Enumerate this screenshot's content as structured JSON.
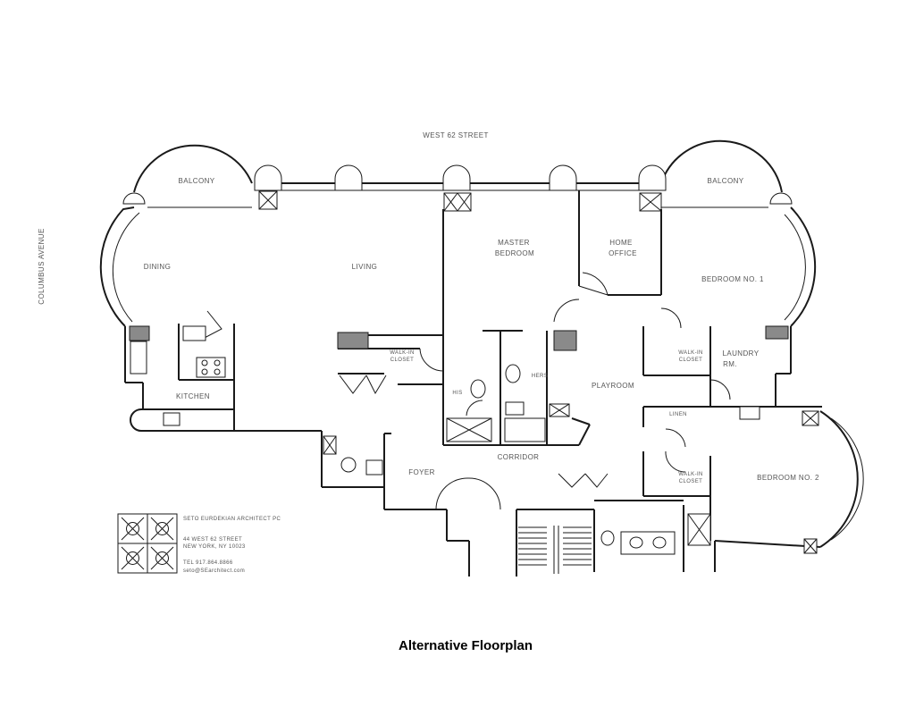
{
  "street_label": "WEST 62 STREET",
  "avenue_label": "COLUMBUS AVENUE",
  "rooms": {
    "balcony_left": "BALCONY",
    "balcony_right": "BALCONY",
    "dining": "DINING",
    "living": "LIVING",
    "master_bedroom_line1": "MASTER",
    "master_bedroom_line2": "BEDROOM",
    "home_office_line1": "HOME",
    "home_office_line2": "OFFICE",
    "bedroom_1": "BEDROOM NO. 1",
    "kitchen": "KITCHEN",
    "walkin_closet_line1": "WALK-IN",
    "walkin_closet_line2": "CLOSET",
    "walkin_closet_b1_line1": "WALK-IN",
    "walkin_closet_b1_line2": "CLOSET",
    "walkin_closet_b2_line1": "WALK-IN",
    "walkin_closet_b2_line2": "CLOSET",
    "laundry_line1": "LAUNDRY",
    "laundry_line2": "RM.",
    "playroom": "PLAYROOM",
    "hers": "HERS",
    "his": "HIS",
    "linen": "LINEN",
    "corridor": "CORRIDOR",
    "foyer": "FOYER",
    "bedroom_2": "BEDROOM NO. 2"
  },
  "architect": {
    "name": "SETO EURDEKIAN ARCHITECT PC",
    "address1": "44 WEST 62 STREET",
    "address2": "NEW YORK, NY 10023",
    "tel": "TEL    917.864.8866",
    "email": "seto@SEarchitect.com"
  },
  "caption": "Alternative Floorplan"
}
